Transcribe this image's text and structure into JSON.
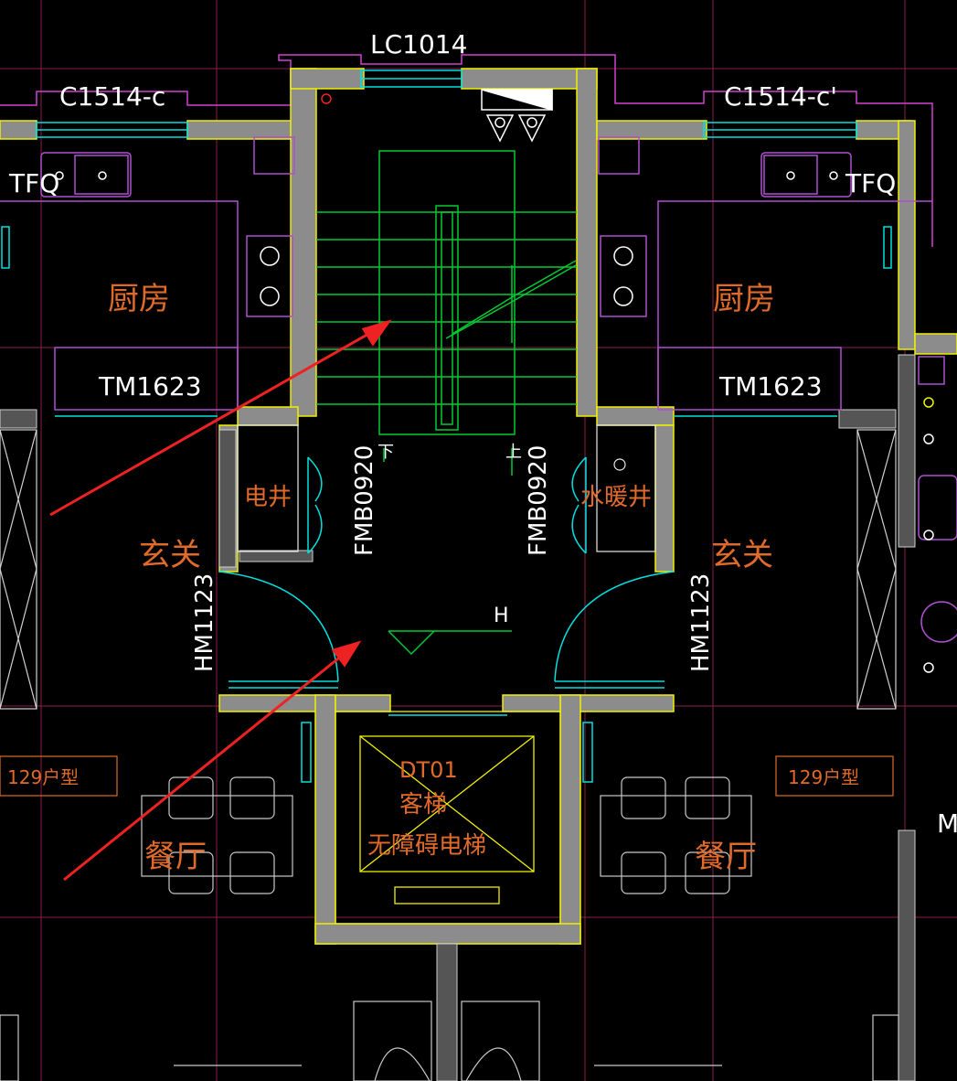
{
  "labels": {
    "window_top": "LC1014",
    "window_left": "C1514-c",
    "window_right": "C1514-c'",
    "tfq_left": "TFQ",
    "tfq_right": "TFQ",
    "kitchen_left": "厨房",
    "kitchen_right": "厨房",
    "door_tm_left": "TM1623",
    "door_tm_right": "TM1623",
    "elec_shaft": "电井",
    "water_shaft": "水暖井",
    "fire_door_left": "FMB0920",
    "fire_door_right": "FMB0920",
    "stair_down": "下",
    "stair_up": "上",
    "foyer_left": "玄关",
    "foyer_right": "玄关",
    "door_hm_left": "HM1123",
    "door_hm_right": "HM1123",
    "level_mark": "H",
    "unit_left": "129户型",
    "unit_right": "129户型",
    "dining_left": "餐厅",
    "dining_right": "餐厅",
    "elevator_code": "DT01",
    "elevator_type": "客梯",
    "elevator_desc": "无障碍电梯",
    "edge_right": "M"
  },
  "colors": {
    "background": "#000000",
    "wall": "#8c8c8c",
    "wall_outline": "#f0f000",
    "stair": "#00cc33",
    "door": "#00e0e0",
    "furniture": "#c9c9c9",
    "purple": "#b050d0",
    "magenta": "#d040d0",
    "orange_text": "#e06a2a",
    "arrow": "#ee2222",
    "grid": "#8a1f4a"
  }
}
